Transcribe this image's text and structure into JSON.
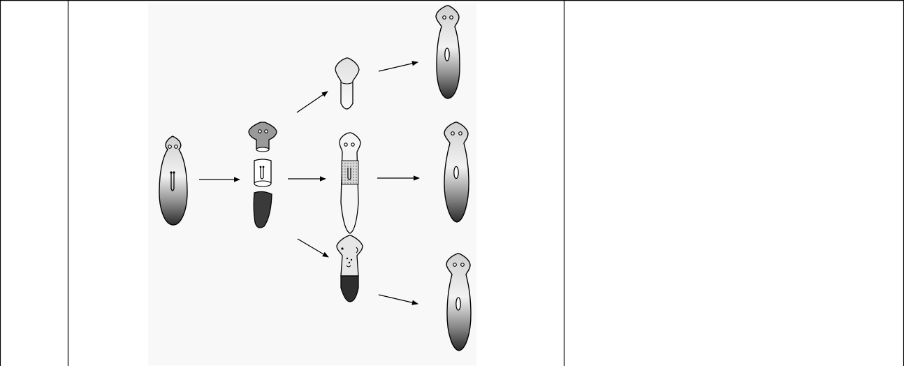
{
  "figure": {
    "type": "planarian-regeneration-diagram",
    "panels": [
      "intact-worm",
      "cut-pieces",
      "regenerating-fragments",
      "regenerated-worms"
    ],
    "branches": [
      "head-fragment",
      "middle-fragment",
      "tail-fragment"
    ]
  },
  "colors": {
    "line": "#000000",
    "shade_light": "#d6d6d6",
    "shade_mid": "#9a9a9a",
    "shade_dark": "#2e2e2e",
    "background": "#ffffff",
    "figure_bg": "#f7f7f7"
  }
}
